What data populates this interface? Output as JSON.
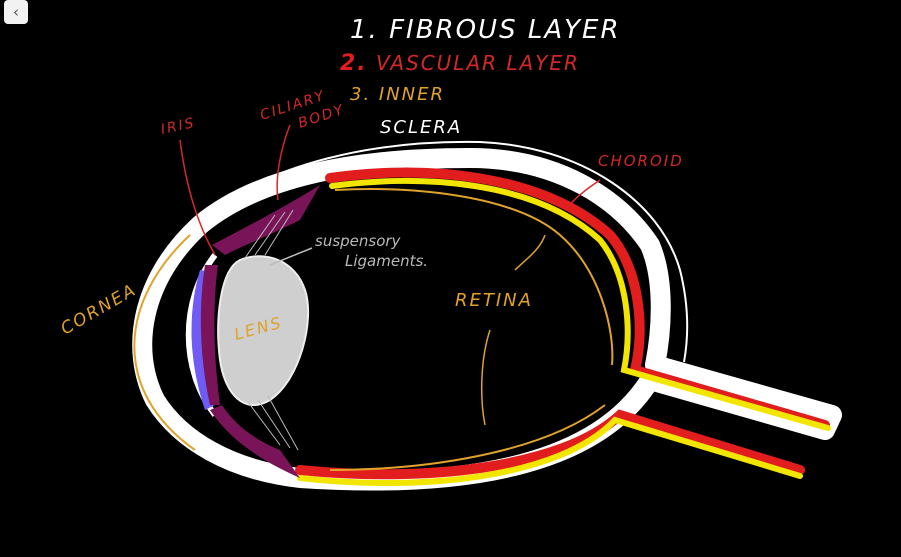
{
  "toolbar": {
    "back_icon": "chevron-left-icon",
    "back_glyph": "‹"
  },
  "colors": {
    "background": "#000000",
    "fibrous": "#ffffff",
    "vascular": "#e11d1d",
    "inner": "#f2e600",
    "annotation_white": "#ffffff",
    "annotation_red": "#d42828",
    "annotation_orange": "#e0a22a",
    "annotation_grey": "#b8b8b8",
    "iris_purple": "#7a1458",
    "cornea_blue": "#6e5cf5",
    "lens_grey": "#cfcfcf"
  },
  "legend": {
    "item1": "1. FIBROUS LAYER",
    "item2_num": "2.",
    "item2_text": "VASCULAR LAYER",
    "item3": "3. INNER"
  },
  "labels": {
    "sclera": "SCLERA",
    "choroid": "CHOROID",
    "iris": "IRIS",
    "ciliary_line1": "CILIARY",
    "ciliary_line2": "BODY",
    "suspensory_line1": "suspensory",
    "suspensory_line2": "Ligaments.",
    "retina": "RETINA",
    "lens": "LENS",
    "cornea": "CORNEA"
  }
}
